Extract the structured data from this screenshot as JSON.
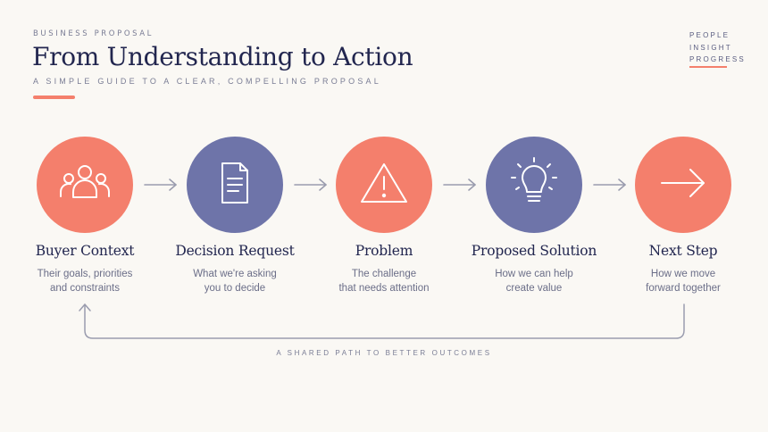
{
  "header": {
    "eyebrow": "BUSINESS PROPOSAL",
    "title": "From Understanding to Action",
    "subtitle": "A SIMPLE GUIDE TO A CLEAR, COMPELLING PROPOSAL"
  },
  "brand": {
    "lines": [
      "PEOPLE",
      "INSIGHT",
      "PROGRESS"
    ]
  },
  "colors": {
    "coral": "#f47f6c",
    "indigo": "#6e74a9",
    "navy": "#22264f",
    "background": "#faf8f4"
  },
  "steps": [
    {
      "title": "Buyer Context",
      "desc": [
        "Their goals, priorities",
        "and constraints"
      ],
      "icon": "people-group-icon",
      "color": "coral"
    },
    {
      "title": "Decision Request",
      "desc": [
        "What we're asking",
        "you to decide"
      ],
      "icon": "document-icon",
      "color": "indigo"
    },
    {
      "title": "Problem",
      "desc": [
        "The challenge",
        "that needs attention"
      ],
      "icon": "warning-icon",
      "color": "coral"
    },
    {
      "title": "Proposed Solution",
      "desc": [
        "How we can help",
        "create value"
      ],
      "icon": "lightbulb-icon",
      "color": "indigo"
    },
    {
      "title": "Next Step",
      "desc": [
        "How we move",
        "forward together"
      ],
      "icon": "arrow-right-icon",
      "color": "coral"
    }
  ],
  "loop": {
    "label": "A SHARED PATH TO BETTER OUTCOMES"
  }
}
